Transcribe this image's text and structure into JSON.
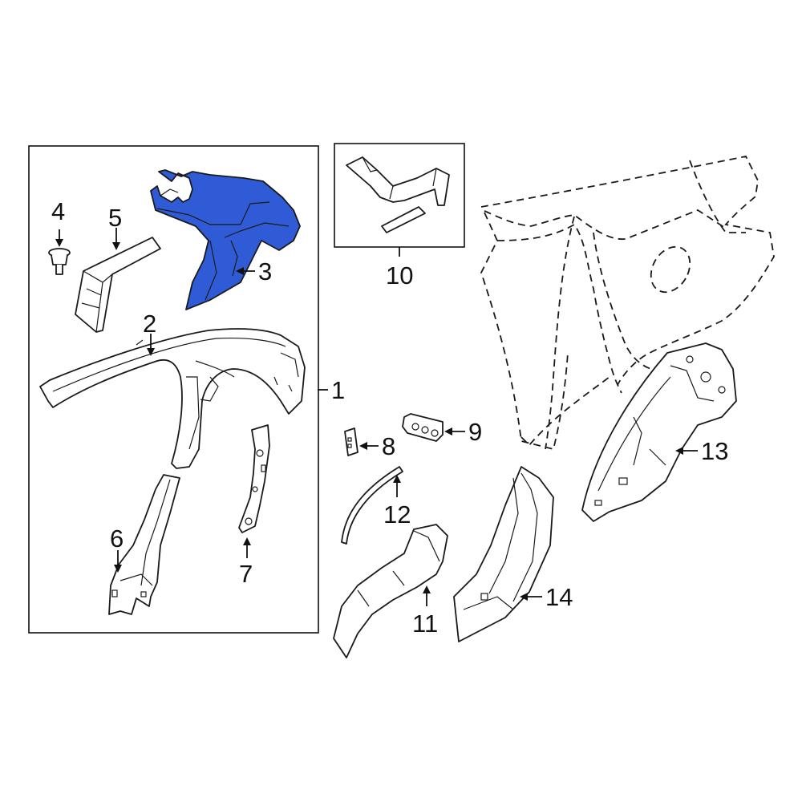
{
  "diagram": {
    "highlight_color": "#2f5cd6",
    "callouts": {
      "c1": "1",
      "c2": "2",
      "c3": "3",
      "c4": "4",
      "c5": "5",
      "c6": "6",
      "c7": "7",
      "c8": "8",
      "c9": "9",
      "c10": "10",
      "c11": "11",
      "c12": "12",
      "c13": "13",
      "c14": "14"
    }
  }
}
